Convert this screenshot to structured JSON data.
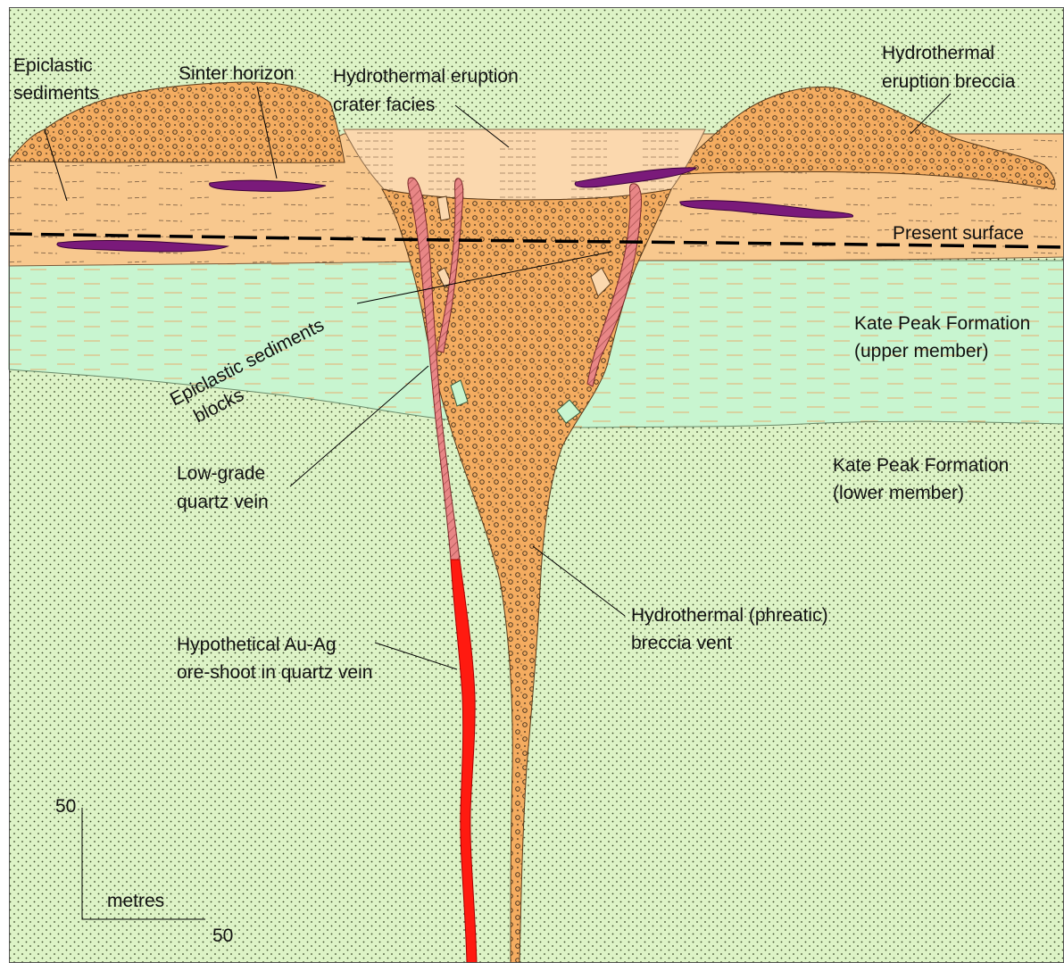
{
  "labels": {
    "epiclastic_sediments": [
      "Epiclastic",
      "sediments"
    ],
    "sinter_horizon": "Sinter horizon",
    "crater_facies": [
      "Hydrothermal eruption",
      "crater facies"
    ],
    "eruption_breccia": [
      "Hydrothermal",
      "eruption breccia"
    ],
    "present_surface": "Present surface",
    "kate_peak_upper": [
      "Kate Peak Formation",
      "(upper member)"
    ],
    "kate_peak_lower": [
      "Kate Peak Formation",
      "(lower member)"
    ],
    "epiclastic_blocks": [
      "Epiclastic sediments",
      "blocks"
    ],
    "low_grade_vein": [
      "Low-grade",
      "quartz vein"
    ],
    "breccia_vent": [
      "Hydrothermal (phreatic)",
      "breccia vent"
    ],
    "ore_shoot": [
      "Hypothetical Au-Ag",
      "ore-shoot in quartz vein"
    ]
  },
  "scale_bar": {
    "vertical_value": "50",
    "horizontal_value": "50",
    "unit": "metres"
  },
  "colors": {
    "lower_member": "#ddf3c6",
    "upper_member": "#c8f5d0",
    "sediments": "#f8c88e",
    "breccia": "#f4ac60",
    "crater_facies": "#fbd8ae",
    "sinter": "#7a1a7a",
    "low_grade_vein": "#e88686",
    "ore_shoot": "#ff1a10"
  }
}
